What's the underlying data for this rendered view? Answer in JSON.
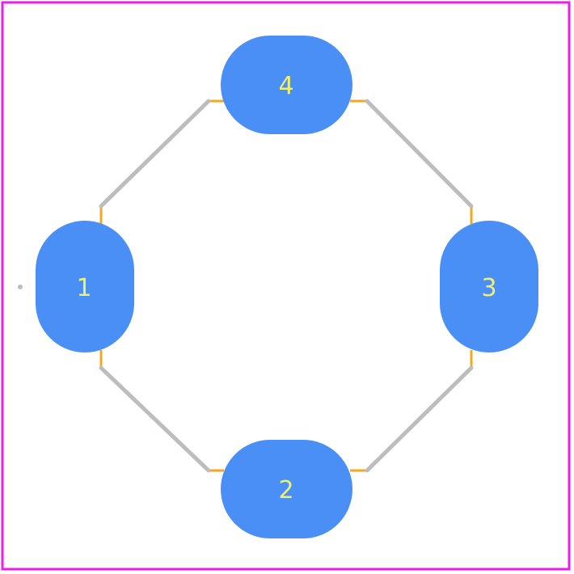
{
  "footprint": {
    "colors": {
      "board_outline": "#e91ee9",
      "pad_fill": "#4a8ff5",
      "pad_label": "#f0f06a",
      "silkscreen": "#bdbdbd",
      "assembly_outline": "#f5a623",
      "pin1_marker": "#bdbdbd"
    },
    "pads": [
      {
        "id": "1",
        "label": "1",
        "orientation": "vertical"
      },
      {
        "id": "2",
        "label": "2",
        "orientation": "horizontal"
      },
      {
        "id": "3",
        "label": "3",
        "orientation": "vertical"
      },
      {
        "id": "4",
        "label": "4",
        "orientation": "horizontal"
      }
    ]
  }
}
